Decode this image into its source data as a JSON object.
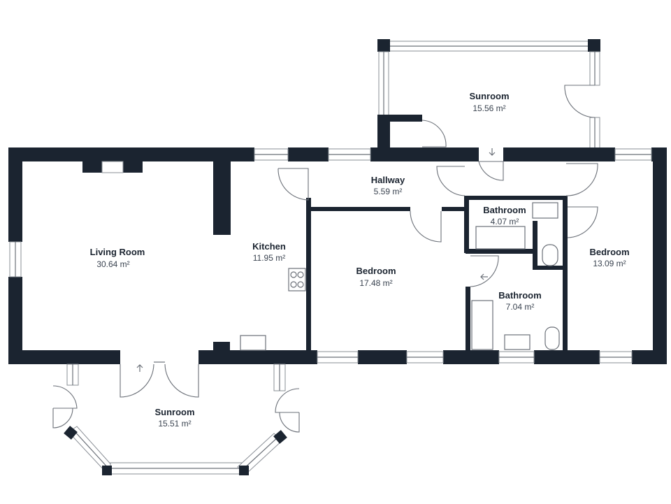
{
  "colors": {
    "wall": "#1b2430",
    "background": "#ffffff",
    "fixture": "#6b7078"
  },
  "rooms": {
    "sunroom_top": {
      "label": "Sunroom",
      "area": "15.56 m²"
    },
    "hallway": {
      "label": "Hallway",
      "area": "5.59 m²"
    },
    "bathroom_small": {
      "label": "Bathroom",
      "area": "4.07 m²"
    },
    "living_room": {
      "label": "Living Room",
      "area": "30.64 m²"
    },
    "kitchen": {
      "label": "Kitchen",
      "area": "11.95 m²"
    },
    "bedroom_middle": {
      "label": "Bedroom",
      "area": "17.48 m²"
    },
    "bedroom_right": {
      "label": "Bedroom",
      "area": "13.09 m²"
    },
    "bathroom_large": {
      "label": "Bathroom",
      "area": "7.04 m²"
    },
    "sunroom_bottom": {
      "label": "Sunroom",
      "area": "15.51 m²"
    }
  }
}
